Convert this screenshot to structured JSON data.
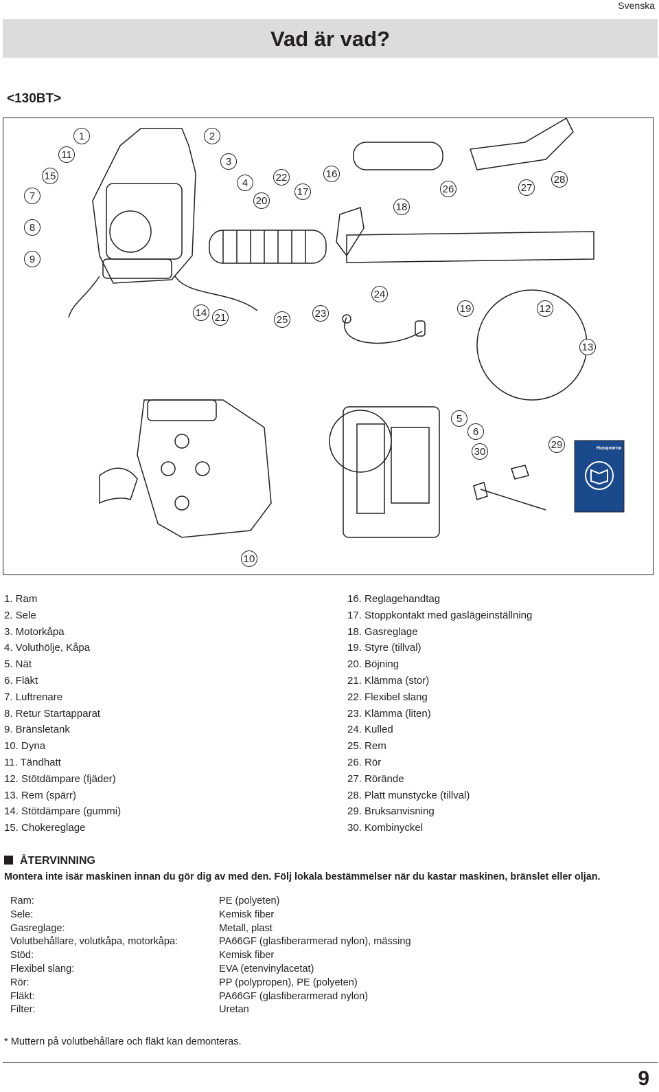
{
  "header": {
    "language": "Svenska",
    "title": "Vad är vad?"
  },
  "model": "<130BT>",
  "figure": {
    "callouts": [
      "1",
      "2",
      "3",
      "4",
      "5",
      "6",
      "7",
      "8",
      "9",
      "10",
      "11",
      "12",
      "13",
      "14",
      "15",
      "16",
      "17",
      "18",
      "19",
      "20",
      "21",
      "22",
      "23",
      "24",
      "25",
      "26",
      "27",
      "28",
      "29",
      "30"
    ],
    "manual_brand": "Husqvarna"
  },
  "parts_left": [
    "1. Ram",
    "2. Sele",
    "3. Motorkåpa",
    "4. Voluthölje, Kåpa",
    "5. Nät",
    "6. Fläkt",
    "7. Luftrenare",
    "8. Retur Startapparat",
    "9. Bränsletank",
    "10. Dyna",
    "11. Tändhatt",
    "12. Stötdämpare (fjäder)",
    "13. Rem (spärr)",
    "14. Stötdämpare (gummi)",
    "15. Chokereglage"
  ],
  "parts_right": [
    "16. Reglagehandtag",
    "17. Stoppkontakt med gasrägeinställning",
    "18. Gasreglage",
    "19. Styre (tillval)",
    "20. Böjning",
    "21. Klämma (stor)",
    "22. Flexibel slang",
    "23. Klämma (liten)",
    "24. Kulled",
    "25. Rem",
    "26. Rör",
    "27. Röränd e",
    "28. Platt munstycke (tillval)",
    "29. Bruksanvisning",
    "30. Kombinyckel"
  ],
  "recycling": {
    "heading": "ÅTERVINNING",
    "text": "Montera inte isär maskinen innan du gör dig av med den. Följ lokala bestämmelser när du kastar maskinen, bränslet eller oljan."
  },
  "materials": [
    {
      "part": "Ram:",
      "material": "PE (polyeten)"
    },
    {
      "part": "Sele:",
      "material": "Kemisk fiber"
    },
    {
      "part": "Gasreglage:",
      "material": "Metall, plast"
    },
    {
      "part": "Volutbehållare, volutkåpa, motorkåpa:",
      "material": "PA66GF (glasfiberarmerad nylon), mässing"
    },
    {
      "part": "Stöd:",
      "material": "Kemisk fiber"
    },
    {
      "part": "Flexibel slang:",
      "material": "EVA (etenvinylacetat)"
    },
    {
      "part": "Rör:",
      "material": "PP (polypropen), PE (polyeten)"
    },
    {
      "part": "Fläkt:",
      "material": "PA66GF (glasfiberarmerad nylon)"
    },
    {
      "part": "Filter:",
      "material": "Uretan"
    }
  ],
  "footnote": "* Muttern på volutbehållare och fläkt kan demonteras.",
  "page_number": "9"
}
